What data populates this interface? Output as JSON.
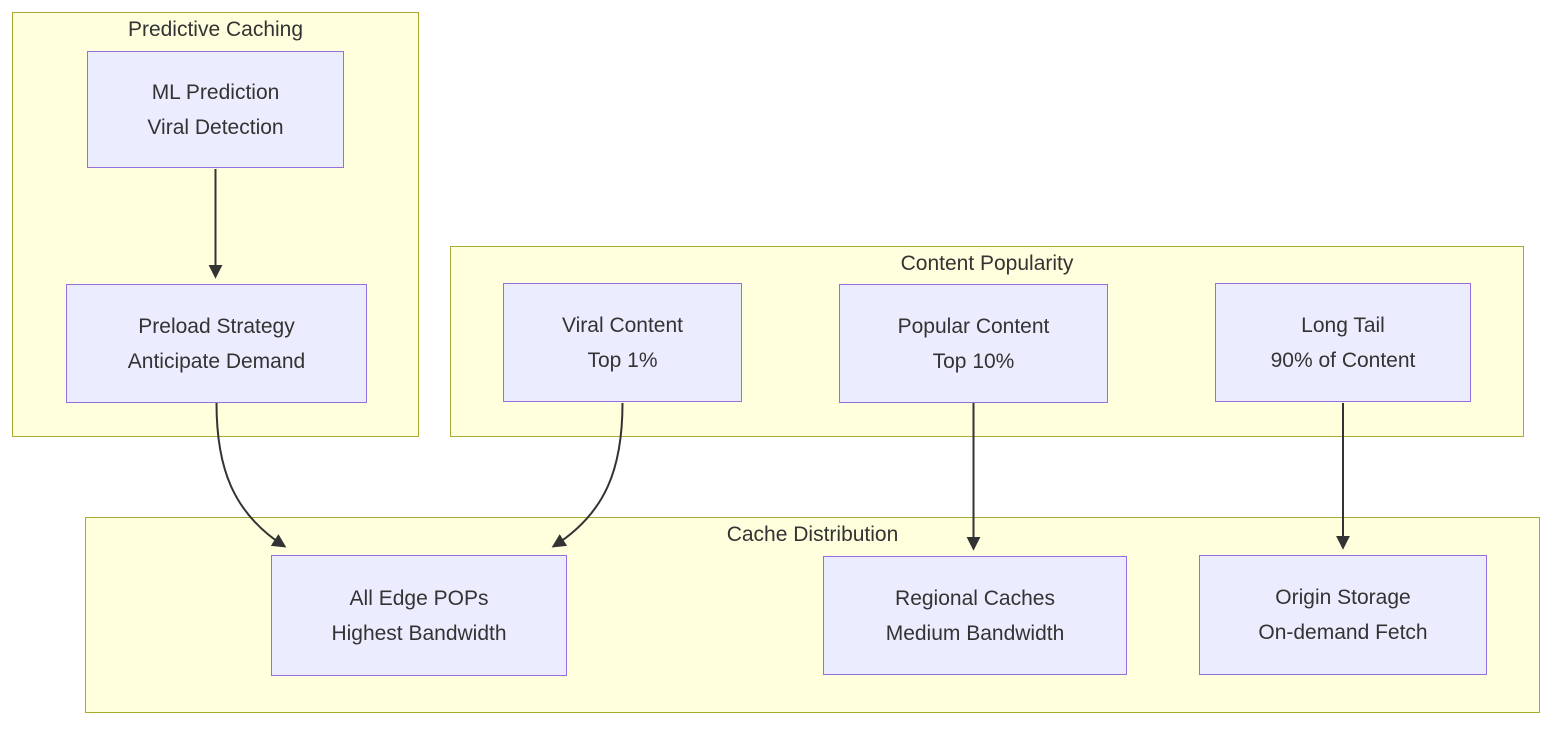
{
  "diagram": {
    "type": "flowchart",
    "clusters": [
      {
        "id": "predictive-caching",
        "label": "Predictive Caching"
      },
      {
        "id": "content-popularity",
        "label": "Content Popularity"
      },
      {
        "id": "cache-distribution",
        "label": "Cache Distribution"
      }
    ],
    "nodes": [
      {
        "id": "ml-prediction",
        "cluster": "predictive-caching",
        "line1": "ML Prediction",
        "line2": "Viral Detection"
      },
      {
        "id": "preload-strategy",
        "cluster": "predictive-caching",
        "line1": "Preload Strategy",
        "line2": "Anticipate Demand"
      },
      {
        "id": "viral-content",
        "cluster": "content-popularity",
        "line1": "Viral Content",
        "line2": "Top 1%"
      },
      {
        "id": "popular-content",
        "cluster": "content-popularity",
        "line1": "Popular Content",
        "line2": "Top 10%"
      },
      {
        "id": "long-tail",
        "cluster": "content-popularity",
        "line1": "Long Tail",
        "line2": "90% of Content"
      },
      {
        "id": "all-edge-pops",
        "cluster": "cache-distribution",
        "line1": "All Edge POPs",
        "line2": "Highest Bandwidth"
      },
      {
        "id": "regional-caches",
        "cluster": "cache-distribution",
        "line1": "Regional Caches",
        "line2": "Medium Bandwidth"
      },
      {
        "id": "origin-storage",
        "cluster": "cache-distribution",
        "line1": "Origin Storage",
        "line2": "On-demand Fetch"
      }
    ],
    "edges": [
      {
        "from": "ml-prediction",
        "to": "preload-strategy"
      },
      {
        "from": "preload-strategy",
        "to": "all-edge-pops"
      },
      {
        "from": "viral-content",
        "to": "all-edge-pops"
      },
      {
        "from": "popular-content",
        "to": "regional-caches"
      },
      {
        "from": "long-tail",
        "to": "origin-storage"
      }
    ],
    "colors": {
      "cluster_fill": "#ffffde",
      "cluster_border": "#aaaa33",
      "node_fill": "#ECECFF",
      "node_border": "#9370DB",
      "text": "#333333",
      "edge": "#333333"
    }
  }
}
